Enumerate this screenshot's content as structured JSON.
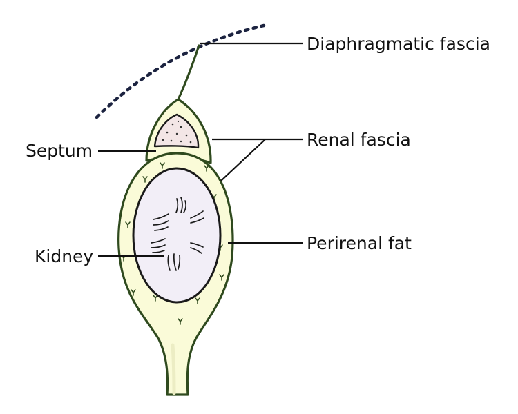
{
  "labels": {
    "diaphragmatic_fascia": "Diaphragmatic fascia",
    "renal_fascia": "Renal fascia",
    "septum": "Septum",
    "perirenal_fat": "Perirenal fat",
    "kidney": "Kidney"
  },
  "colors": {
    "fascia_outline": "#2f4a1e",
    "perirenal_fat_fill": "#fafbd8",
    "kidney_fill": "#f2eef7",
    "kidney_outline": "#1a1a1a",
    "septum_fill": "#f3e6e6",
    "diaphragm_dots": "#1c2340",
    "text": "#111111"
  }
}
